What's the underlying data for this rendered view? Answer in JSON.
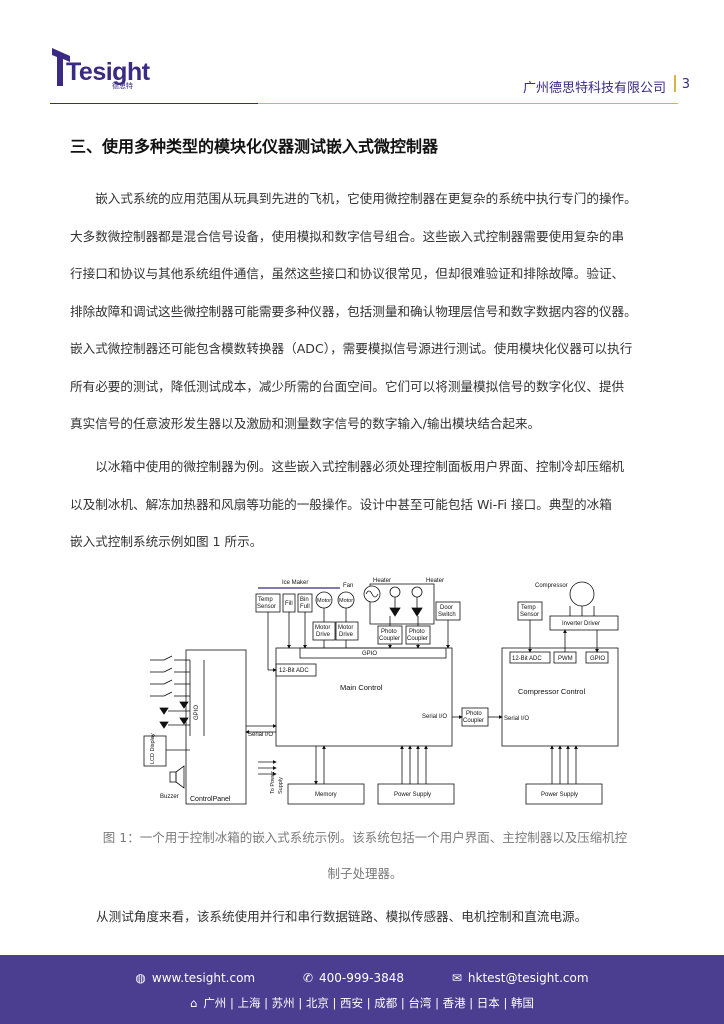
{
  "header": {
    "logo_text": "Tesight",
    "logo_sub": "德思特",
    "company": "广州德思特科技有限公司",
    "page_number": "3"
  },
  "section_title": "三、使用多种类型的模块化仪器测试嵌入式微控制器",
  "paragraph1_lines": [
    "　　嵌入式系统的应用范围从玩具到先进的飞机，它使用微控制器在更复杂的系统中执行专门的操作。",
    "大多数微控制器都是混合信号设备，使用模拟和数字信号组合。这些嵌入式控制器需要使用复杂的串",
    "行接口和协议与其他系统组件通信，虽然这些接口和协议很常见，但却很难验证和排除故障。验证、",
    "排除故障和调试这些微控制器可能需要多种仪器，包括测量和确认物理层信号和数字数据内容的仪器。",
    "嵌入式微控制器还可能包含模数转换器（ADC），需要模拟信号源进行测试。使用模块化仪器可以执行",
    "所有必要的测试，降低测试成本，减少所需的台面空间。它们可以将测量模拟信号的数字化仪、提供",
    "真实信号的任意波形发生器以及激励和测量数字信号的数字输入/输出模块结合起来。"
  ],
  "paragraph2_lines": [
    "　　以冰箱中使用的微控制器为例。这些嵌入式控制器必须处理控制面板用户界面、控制冷却压缩机",
    "以及制冰机、解冻加热器和风扇等功能的一般操作。设计中甚至可能包括 Wi-Fi 接口。典型的冰箱",
    "嵌入式控制系统示例如图 1 所示。"
  ],
  "figure": {
    "labels": {
      "ice_maker": "Ice Maker",
      "fan": "Fan",
      "heater1": "Heater",
      "heater2": "Heater",
      "compressor": "Compressor",
      "temp_sensor_1a": "Temp",
      "temp_sensor_1b": "Sensor",
      "fill": "Fill",
      "bin_full_a": "Bin",
      "bin_full_b": "Full",
      "motor1": "Motor",
      "motor2": "Motor",
      "motor_drive1a": "Motor",
      "motor_drive1b": "Drive",
      "motor_drive2a": "Motor",
      "motor_drive2b": "Drive",
      "photo_coupler1a": "Photo",
      "photo_coupler1b": "Coupler",
      "photo_coupler2a": "Photo",
      "photo_coupler2b": "Coupler",
      "door_switch_a": "Door",
      "door_switch_b": "Switch",
      "temp_sensor_2a": "Temp",
      "temp_sensor_2b": "Sensor",
      "inverter_driver": "Inverter Driver",
      "gpio_main": "GPIO",
      "adc_main": "12-Bit ADC",
      "main_control": "Main Control",
      "serial_io_main": "Serial I/O",
      "serial_io_panel": "Serial I/O",
      "gpio_panel": "GPIO",
      "photo_coupler3a": "Photo",
      "photo_coupler3b": "Coupler",
      "serial_io_comp": "Serial I/O",
      "adc_comp": "12-Bit ADC",
      "pwm": "PWM",
      "gpio_comp": "GPIO",
      "compressor_control": "Compressor Control",
      "lcd_display": "LCD Display",
      "buzzer": "Buzzer",
      "control_panel": "ControlPanel",
      "to_power_supply_a": "To Power",
      "to_power_supply_b": "Supply",
      "memory": "Memory",
      "power_supply1": "Power Supply",
      "power_supply2": "Power Supply"
    }
  },
  "caption_lines": [
    "图 1：一个用于控制冰箱的嵌入式系统示例。该系统包括一个用户界面、主控制器以及压缩机控",
    "制子处理器。"
  ],
  "paragraph3": "从测试角度来看，该系统使用并行和串行数据链路、模拟传感器、电机控制和直流电源。",
  "footer": {
    "website": "www.tesight.com",
    "phone": "400-999-3848",
    "email": "hktest@tesight.com",
    "cities": "广州 | 上海 | 苏州 | 北京 | 西安 | 成都 | 台湾 | 香港 | 日本 | 韩国"
  }
}
